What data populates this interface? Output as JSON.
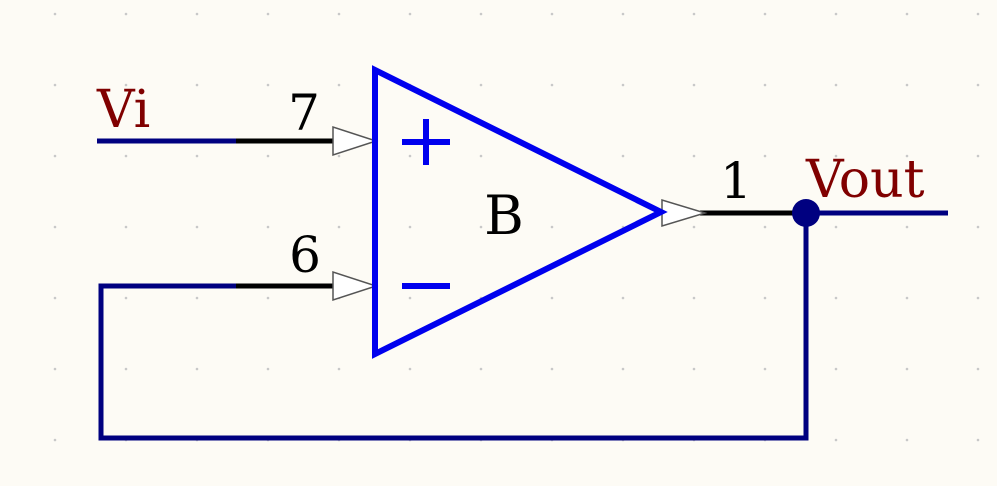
{
  "schematic": {
    "component": {
      "designator": "B",
      "type": "op-amp",
      "body_color": "#0000ee"
    },
    "pins": [
      {
        "id": "noninverting",
        "number": "7",
        "symbol": "+"
      },
      {
        "id": "inverting",
        "number": "6",
        "symbol": "−"
      },
      {
        "id": "output",
        "number": "1"
      }
    ],
    "nets": {
      "input": "Vi",
      "output": "Vout"
    },
    "colors": {
      "background": "#fdfbf5",
      "wire": "#000080",
      "pin": "#000000",
      "net_label": "#800000",
      "junction": "#000080",
      "grid_dot": "#c8c8c8"
    }
  }
}
